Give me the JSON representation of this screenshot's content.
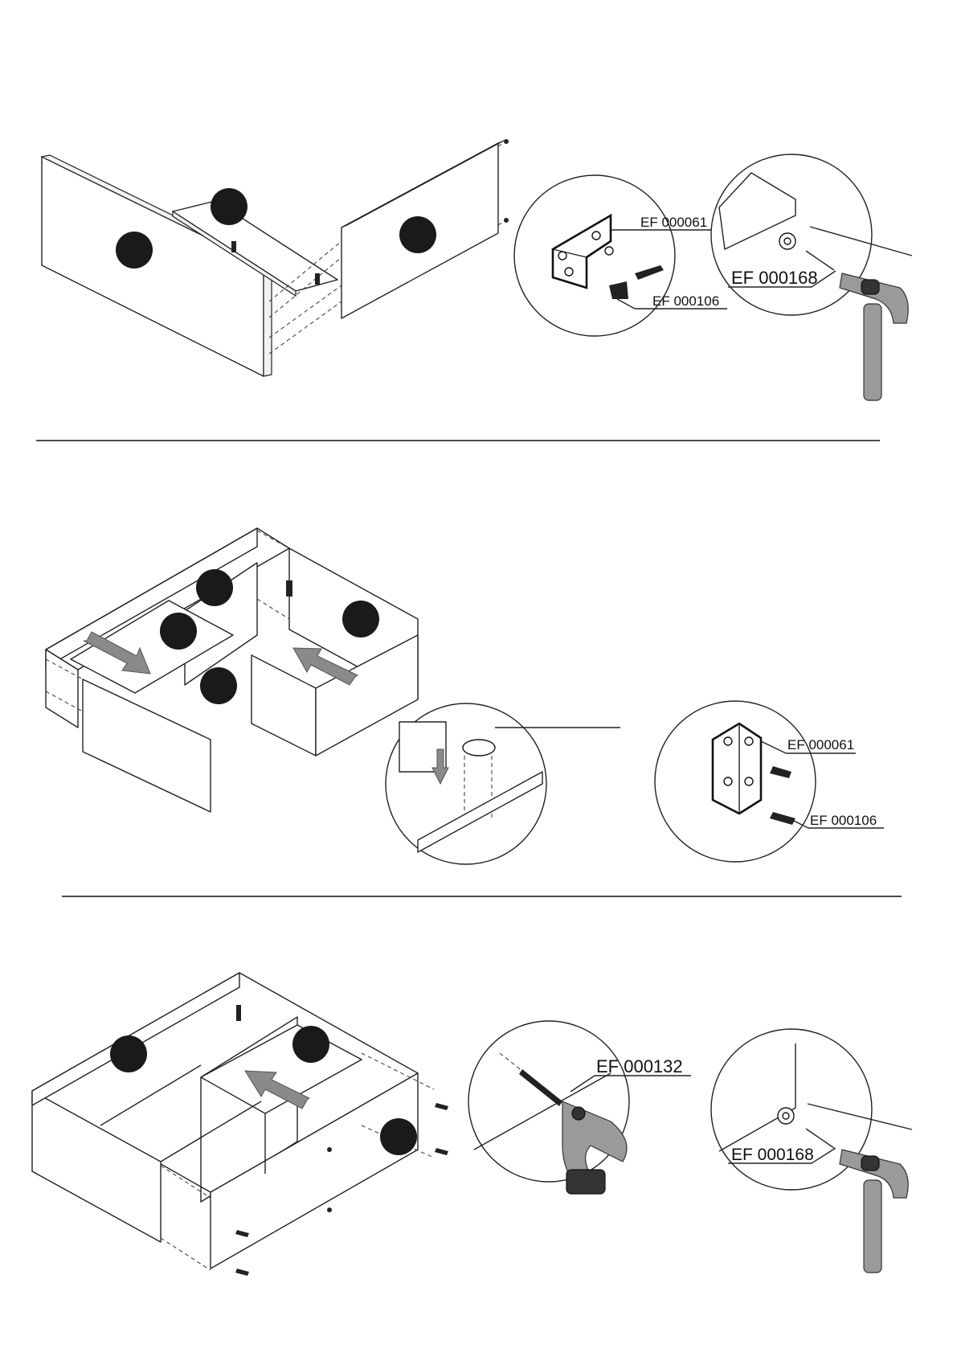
{
  "labels": {
    "step1_bracket_code": "EF 000061",
    "step1_screw_code": "EF 000106",
    "step1_nail_code": "EF 000168",
    "step2_bracket_code": "EF 000061",
    "step2_screw_code": "EF 000106",
    "step3_drill_screw_code": "EF 000132",
    "step3_nail_code": "EF 000168"
  },
  "icons": {
    "step1": [
      "part-badge-icon",
      "bracket-icon",
      "cam-dowel-icon",
      "nail-cap-icon",
      "hammer-icon"
    ],
    "step2": [
      "part-badge-icon",
      "insert-arrow-icon",
      "dowel-detail-icon",
      "bracket-icon"
    ],
    "step3": [
      "part-badge-icon",
      "insert-arrow-icon",
      "drill-icon",
      "nail-cap-icon",
      "hammer-icon"
    ]
  },
  "colors": {
    "ink": "#1a1a1a",
    "arrow": "#8a8a8a",
    "background": "#ffffff"
  }
}
